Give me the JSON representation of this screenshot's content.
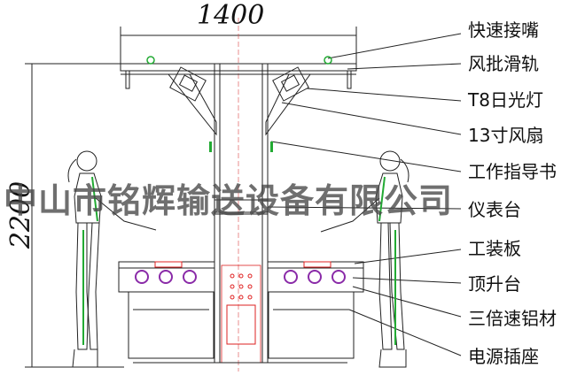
{
  "dimensions": {
    "width": "1400",
    "height": "2200"
  },
  "labels": [
    "快速接嘴",
    "风批滑轨",
    "T8日光灯",
    "13寸风扇",
    "工作指导书",
    "仪表台",
    "工装板",
    "顶升台",
    "三倍速铝材",
    "电源插座"
  ],
  "watermark": "中山市铭辉输送设备有限公司",
  "colors": {
    "line": "#222222",
    "accent_green": "#22aa33",
    "accent_purple": "#8a2ba8",
    "accent_red": "#e02020",
    "accent_blue": "#2266cc"
  }
}
